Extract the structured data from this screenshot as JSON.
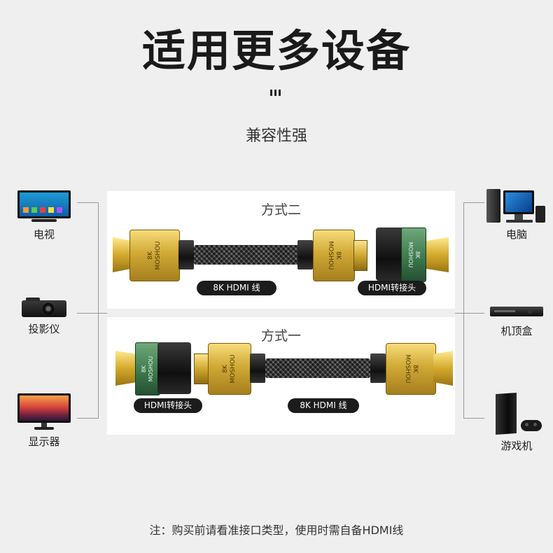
{
  "header": {
    "title": "适用更多设备",
    "subtitle": "兼容性强"
  },
  "left_devices": [
    {
      "label": "电视",
      "icon": "tv-icon"
    },
    {
      "label": "投影仪",
      "icon": "projector-icon"
    },
    {
      "label": "显示器",
      "icon": "monitor-icon"
    }
  ],
  "right_devices": [
    {
      "label": "电脑",
      "icon": "desktop-computer-icon"
    },
    {
      "label": "机顶盒",
      "icon": "set-top-box-icon"
    },
    {
      "label": "游戏机",
      "icon": "game-console-icon"
    }
  ],
  "method_two": {
    "label": "方式二",
    "cable_label": "8K HDMI 线",
    "adapter_label": "HDMI转接头",
    "brand_top": "8K",
    "brand_bottom": "MOSHOU"
  },
  "method_one": {
    "label": "方式一",
    "adapter_label": "HDMI转接头",
    "cable_label": "8K HDMI 线",
    "brand_top": "8K",
    "brand_bottom": "MOSHOU"
  },
  "footer": {
    "note": "注：购买前请看准接口类型，使用时需自备HDMI线"
  },
  "colors": {
    "background": "#efefef",
    "gold": "#d1a936",
    "green": "#3d7a4d",
    "pill": "#1c1c1c"
  }
}
